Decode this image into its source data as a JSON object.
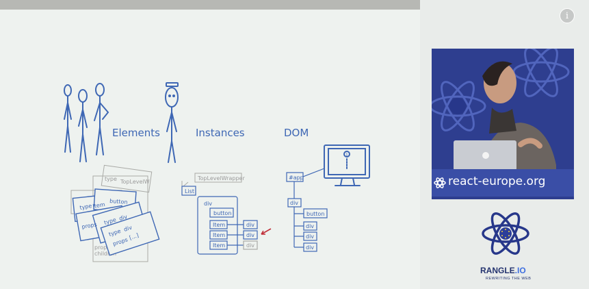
{
  "slide": {
    "labels": {
      "elements": "Elements",
      "instances": "Instances",
      "dom": "DOM"
    },
    "element_cards": {
      "type_key": "type",
      "props_key": "props",
      "children_key": "children",
      "back_type": "TopLevelW",
      "top_type": "div",
      "children_value": "[...]",
      "item_value": "Item",
      "button_value": "button"
    },
    "instances_tree": {
      "root": "TopLevelWrapper",
      "list": "List",
      "div": "div",
      "button": "button",
      "items": [
        "Item",
        "Item",
        "Item"
      ],
      "leaf_divs": [
        "div",
        "div",
        "div"
      ]
    },
    "dom_tree": {
      "root": "#app",
      "div": "div",
      "button": "button",
      "leaf_divs": [
        "div",
        "div",
        "div"
      ],
      "monitor_glyph": "1"
    }
  },
  "video": {
    "banner_text": "react-europe.org"
  },
  "sponsor": {
    "name_main": "RANGLE",
    "name_suffix": ".IO",
    "tagline": "REWRITING THE WEB"
  },
  "overlay": {
    "info_glyph": "i"
  },
  "colors": {
    "slide_bg": "#eef2ef",
    "ink_blue": "#3e67b4",
    "gray_ink": "#9a9a9a",
    "arrow_red": "#c0303a",
    "brand_navy": "#24336f",
    "react_europe_blue": "#3a4ea6"
  }
}
